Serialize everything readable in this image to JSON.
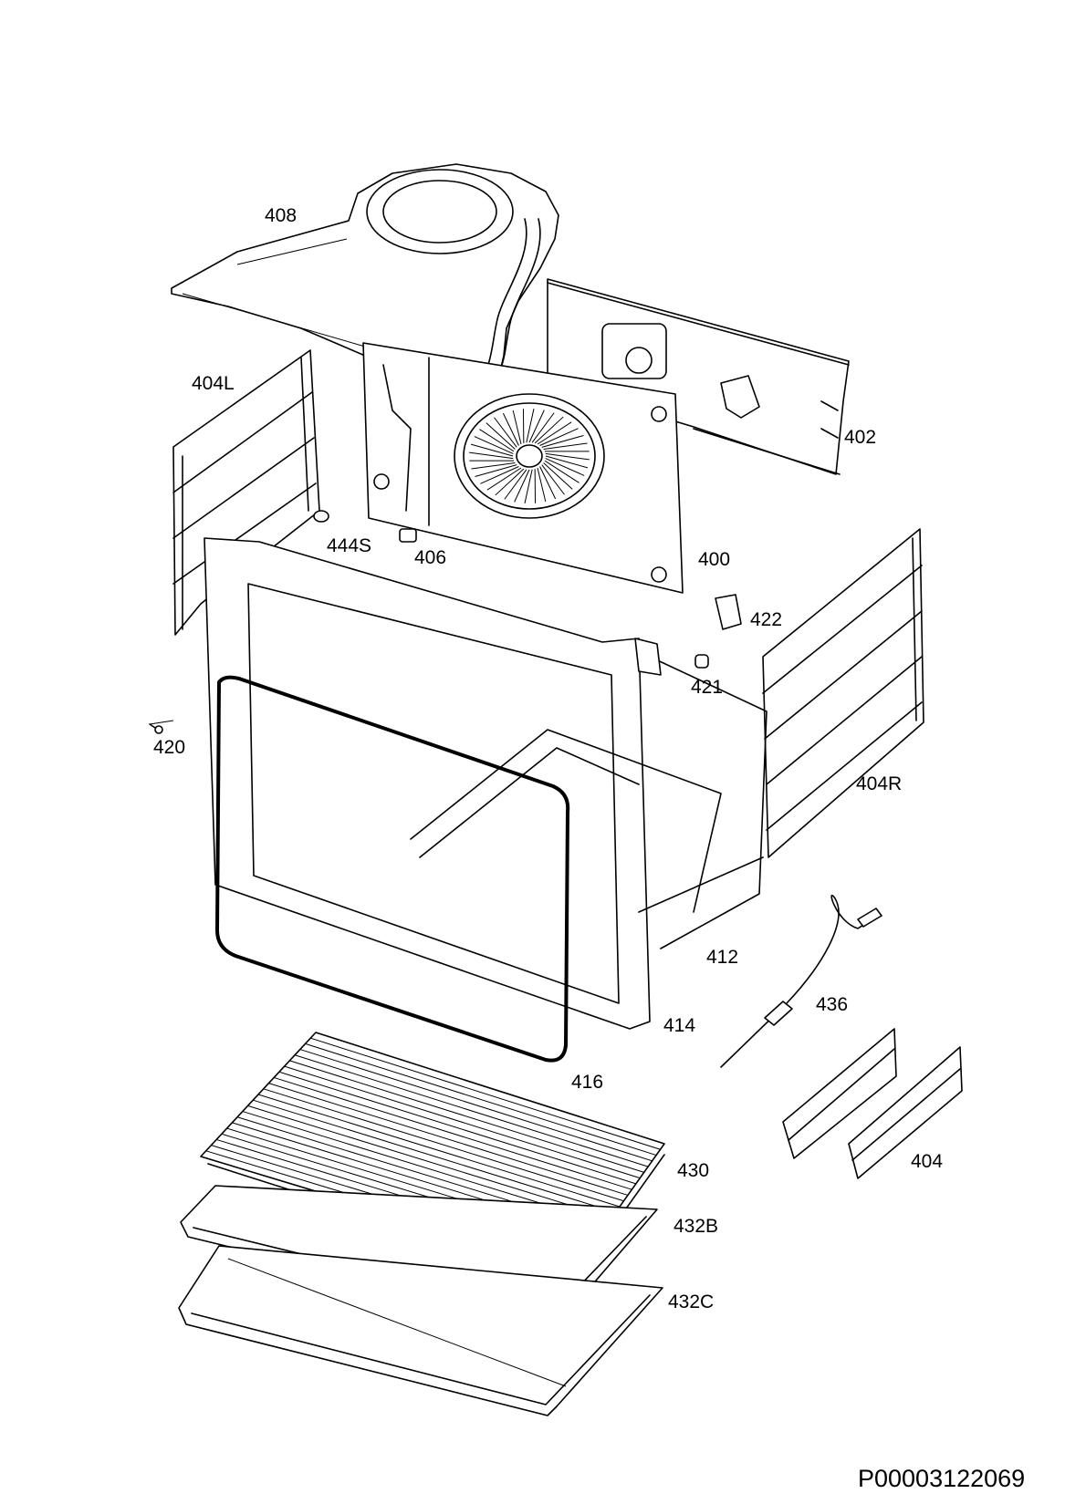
{
  "diagram": {
    "document_code": "P00003122069",
    "part_labels": {
      "p408": "408",
      "p404L": "404L",
      "p402": "402",
      "p444S": "444S",
      "p406": "406",
      "p400": "400",
      "p422": "422",
      "p421": "421",
      "p420": "420",
      "p404R": "404R",
      "p412": "412",
      "p436": "436",
      "p414": "414",
      "p416": "416",
      "p404": "404",
      "p430": "430",
      "p432B": "432B",
      "p432C": "432C"
    }
  }
}
